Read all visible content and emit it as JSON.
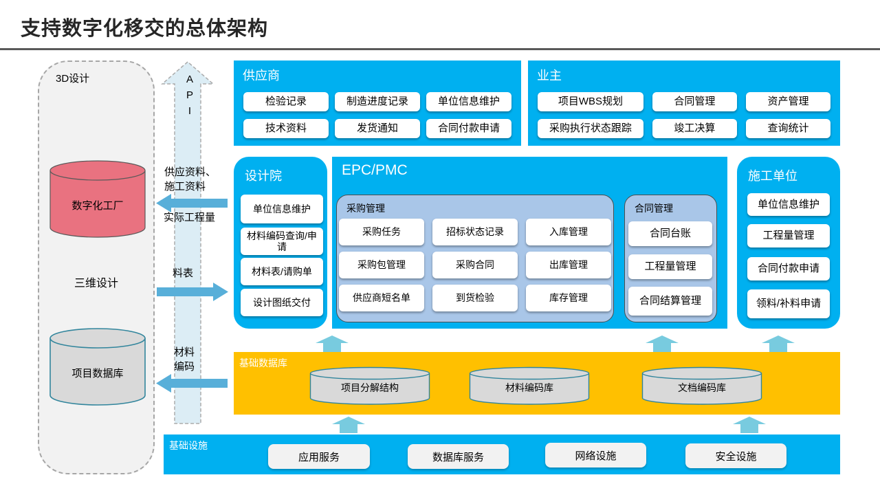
{
  "title": "支持数字化移交的总体架构",
  "colors": {
    "panel_blue": "#00B0F0",
    "orange": "#FFC000",
    "sub_box_blue": "#A9C6E8",
    "red_cylinder": "#E97280",
    "gray_cylinder": "#D9D9D9",
    "cylinder_stroke": "#31859C",
    "flow_arrow_blue": "#58AFD9",
    "up_arrow_teal": "#78CBDF",
    "api_arrow_fill": "#DCEDF5"
  },
  "left_panel": {
    "title": "3D设计",
    "digital_factory": "数字化工厂",
    "design_3d": "三维设计",
    "project_db": "项目数据库"
  },
  "api_arrow": {
    "l1": "A",
    "l2": "P",
    "l3": "I"
  },
  "flows": {
    "supply_line1": "供应资料、",
    "supply_line2": "施工资料",
    "actual_quantity": "实际工程量",
    "material_list": "料表",
    "material_code_line1": "材料",
    "material_code_line2": "编码"
  },
  "supplier": {
    "title": "供应商",
    "buttons": [
      "检验记录",
      "制造进度记录",
      "单位信息维护",
      "技术资料",
      "发货通知",
      "合同付款申请"
    ]
  },
  "owner": {
    "title": "业主",
    "buttons": [
      "项目WBS规划",
      "合同管理",
      "资产管理",
      "采购执行状态跟踪",
      "竣工决算",
      "查询统计"
    ]
  },
  "design_institute": {
    "title": "设计院",
    "buttons": [
      "单位信息维护",
      "材料编码查询/申请",
      "材料表/请购单",
      "设计图纸交付"
    ]
  },
  "epc": {
    "title": "EPC/PMC",
    "procurement": {
      "title": "采购管理",
      "buttons": [
        "采购任务",
        "招标状态记录",
        "入库管理",
        "采购包管理",
        "采购合同",
        "出库管理",
        "供应商短名单",
        "到货检验",
        "库存管理"
      ]
    },
    "contract": {
      "title": "合同管理",
      "buttons": [
        "合同台账",
        "工程量管理",
        "合同结算管理"
      ]
    }
  },
  "construction": {
    "title": "施工单位",
    "buttons": [
      "单位信息维护",
      "工程量管理",
      "合同付款申请",
      "领料/补料申请"
    ]
  },
  "base_db": {
    "title": "基础数据库",
    "cylinders": [
      "项目分解结构",
      "材料编码库",
      "文档编码库"
    ]
  },
  "infrastructure": {
    "title": "基础设施",
    "buttons": [
      "应用服务",
      "数据库服务",
      "网络设施",
      "安全设施"
    ]
  }
}
